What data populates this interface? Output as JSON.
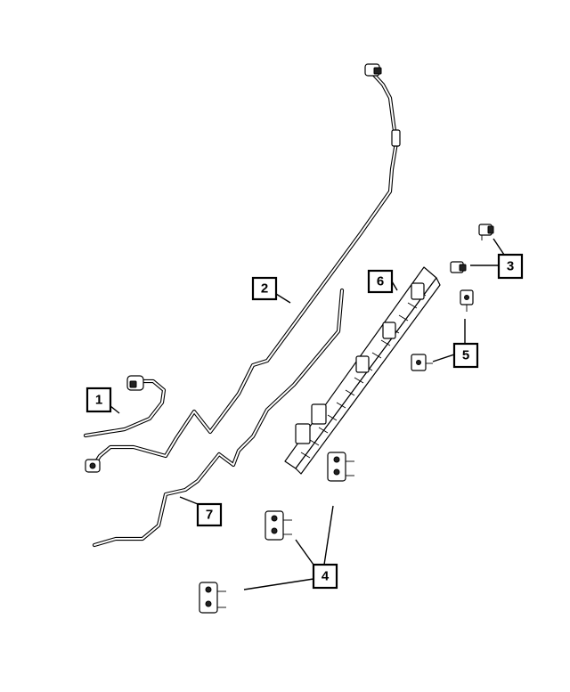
{
  "callouts": [
    {
      "id": "1",
      "label": "1"
    },
    {
      "id": "2",
      "label": "2"
    },
    {
      "id": "3",
      "label": "3"
    },
    {
      "id": "4",
      "label": "4"
    },
    {
      "id": "5",
      "label": "5"
    },
    {
      "id": "6",
      "label": "6"
    },
    {
      "id": "7",
      "label": "7"
    }
  ],
  "icons": {
    "tube": "fuel-line-tube-icon",
    "clip": "retainer-clip-icon",
    "bracket": "routing-bracket-icon",
    "connector": "quick-connect-fitting-icon"
  },
  "colors": {
    "stroke": "#000000",
    "background": "#ffffff"
  }
}
